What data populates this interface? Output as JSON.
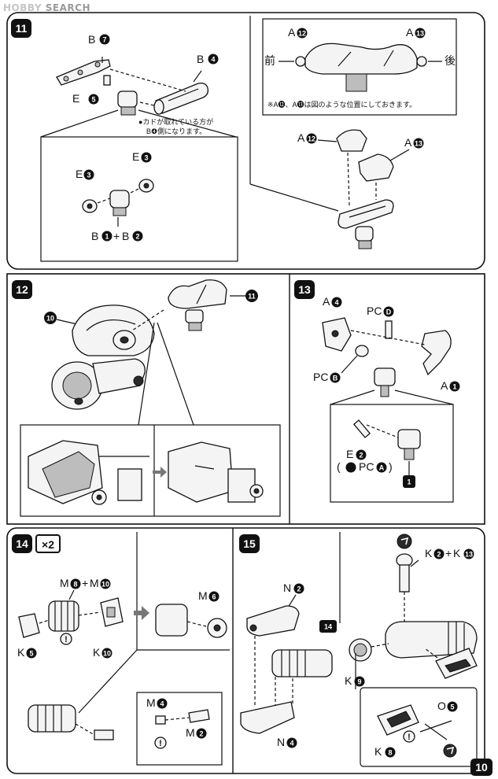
{
  "watermark": {
    "brand": "HOBBY",
    "word": "SEARCH"
  },
  "page_number": "10",
  "steps": [
    {
      "number": "11",
      "labels": {
        "b7": "B",
        "b7n": "7",
        "b4": "B",
        "b4n": "4",
        "e5": "E",
        "e5n": "5",
        "e3a": "E",
        "e3an": "3",
        "e3b": "E",
        "e3bn": "3",
        "b1": "B",
        "b1n": "1",
        "plus": "+",
        "b2": "B",
        "b2n": "2",
        "a12": "A",
        "a12n": "12",
        "a13": "A",
        "a13n": "13",
        "a12b": "A",
        "a12bn": "12",
        "a13b": "A",
        "a13bn": "13",
        "front": "前",
        "rear": "後"
      },
      "note1_line1": "●カドが取れている方が",
      "note1_line2": "B❹側になります。",
      "note2": "※A⓬、A⓭は図のような位置にしておきます。"
    },
    {
      "number": "12",
      "labels": {
        "ref10": "10",
        "ref11": "11"
      }
    },
    {
      "number": "13",
      "labels": {
        "a4": "A",
        "a4n": "4",
        "pcd": "PC",
        "pcdn": "D",
        "pcb": "PC",
        "pcbn": "B",
        "a1": "A",
        "a1n": "1",
        "e2": "E",
        "e2n": "2",
        "e2note_open": "(",
        "e2note_pc": "PC",
        "e2note_n": "A",
        "e2note_close": ")",
        "ref1": "1"
      }
    },
    {
      "number": "14",
      "multiplier": "×2",
      "labels": {
        "m8": "M",
        "m8n": "8",
        "plus": "+",
        "m10": "M",
        "m10n": "10",
        "k5": "K",
        "k5n": "5",
        "k10": "K",
        "k10n": "10",
        "m6": "M",
        "m6n": "6",
        "m4": "M",
        "m4n": "4",
        "m2": "M",
        "m2n": "2",
        "excl": "!"
      }
    },
    {
      "number": "15",
      "labels": {
        "n2": "N",
        "n2n": "2",
        "ref14": "14",
        "n4": "N",
        "n4n": "4",
        "k2": "K",
        "k2n": "2",
        "plus": "+",
        "k13": "K",
        "k13n": "13",
        "k9": "K",
        "k9n": "9",
        "o5": "O",
        "o5n": "5",
        "k8": "K",
        "k8n": "8",
        "excl": "!"
      }
    }
  ]
}
